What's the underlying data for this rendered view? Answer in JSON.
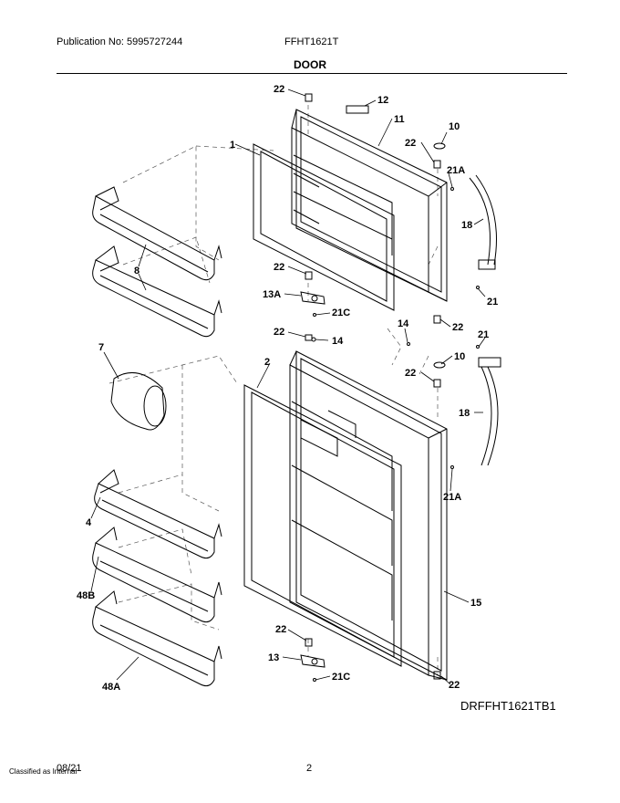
{
  "header": {
    "publication": "Publication No: 5995727244",
    "model": "FFHT1621T",
    "section": "DOOR"
  },
  "diagram": {
    "callouts": {
      "c1": "1",
      "c2": "2",
      "c4": "4",
      "c7": "7",
      "c8": "8",
      "c10a": "10",
      "c10b": "10",
      "c11": "11",
      "c12": "12",
      "c13": "13",
      "c13a": "13A",
      "c14a": "14",
      "c14b": "14",
      "c15": "15",
      "c18a": "18",
      "c18b": "18",
      "c21a": "21",
      "c21b": "21",
      "c21A1": "21A",
      "c21A2": "21A",
      "c21C1": "21C",
      "c21C2": "21C",
      "c22a": "22",
      "c22b": "22",
      "c22c": "22",
      "c22d": "22",
      "c22e": "22",
      "c22f": "22",
      "c22g": "22",
      "c22h": "22",
      "c48A": "48A",
      "c48B": "48B"
    },
    "drawing_code": "DRFFHT1621TB1"
  },
  "footer": {
    "date": "08/21",
    "classification": "Classified as Internal",
    "page": "2"
  }
}
